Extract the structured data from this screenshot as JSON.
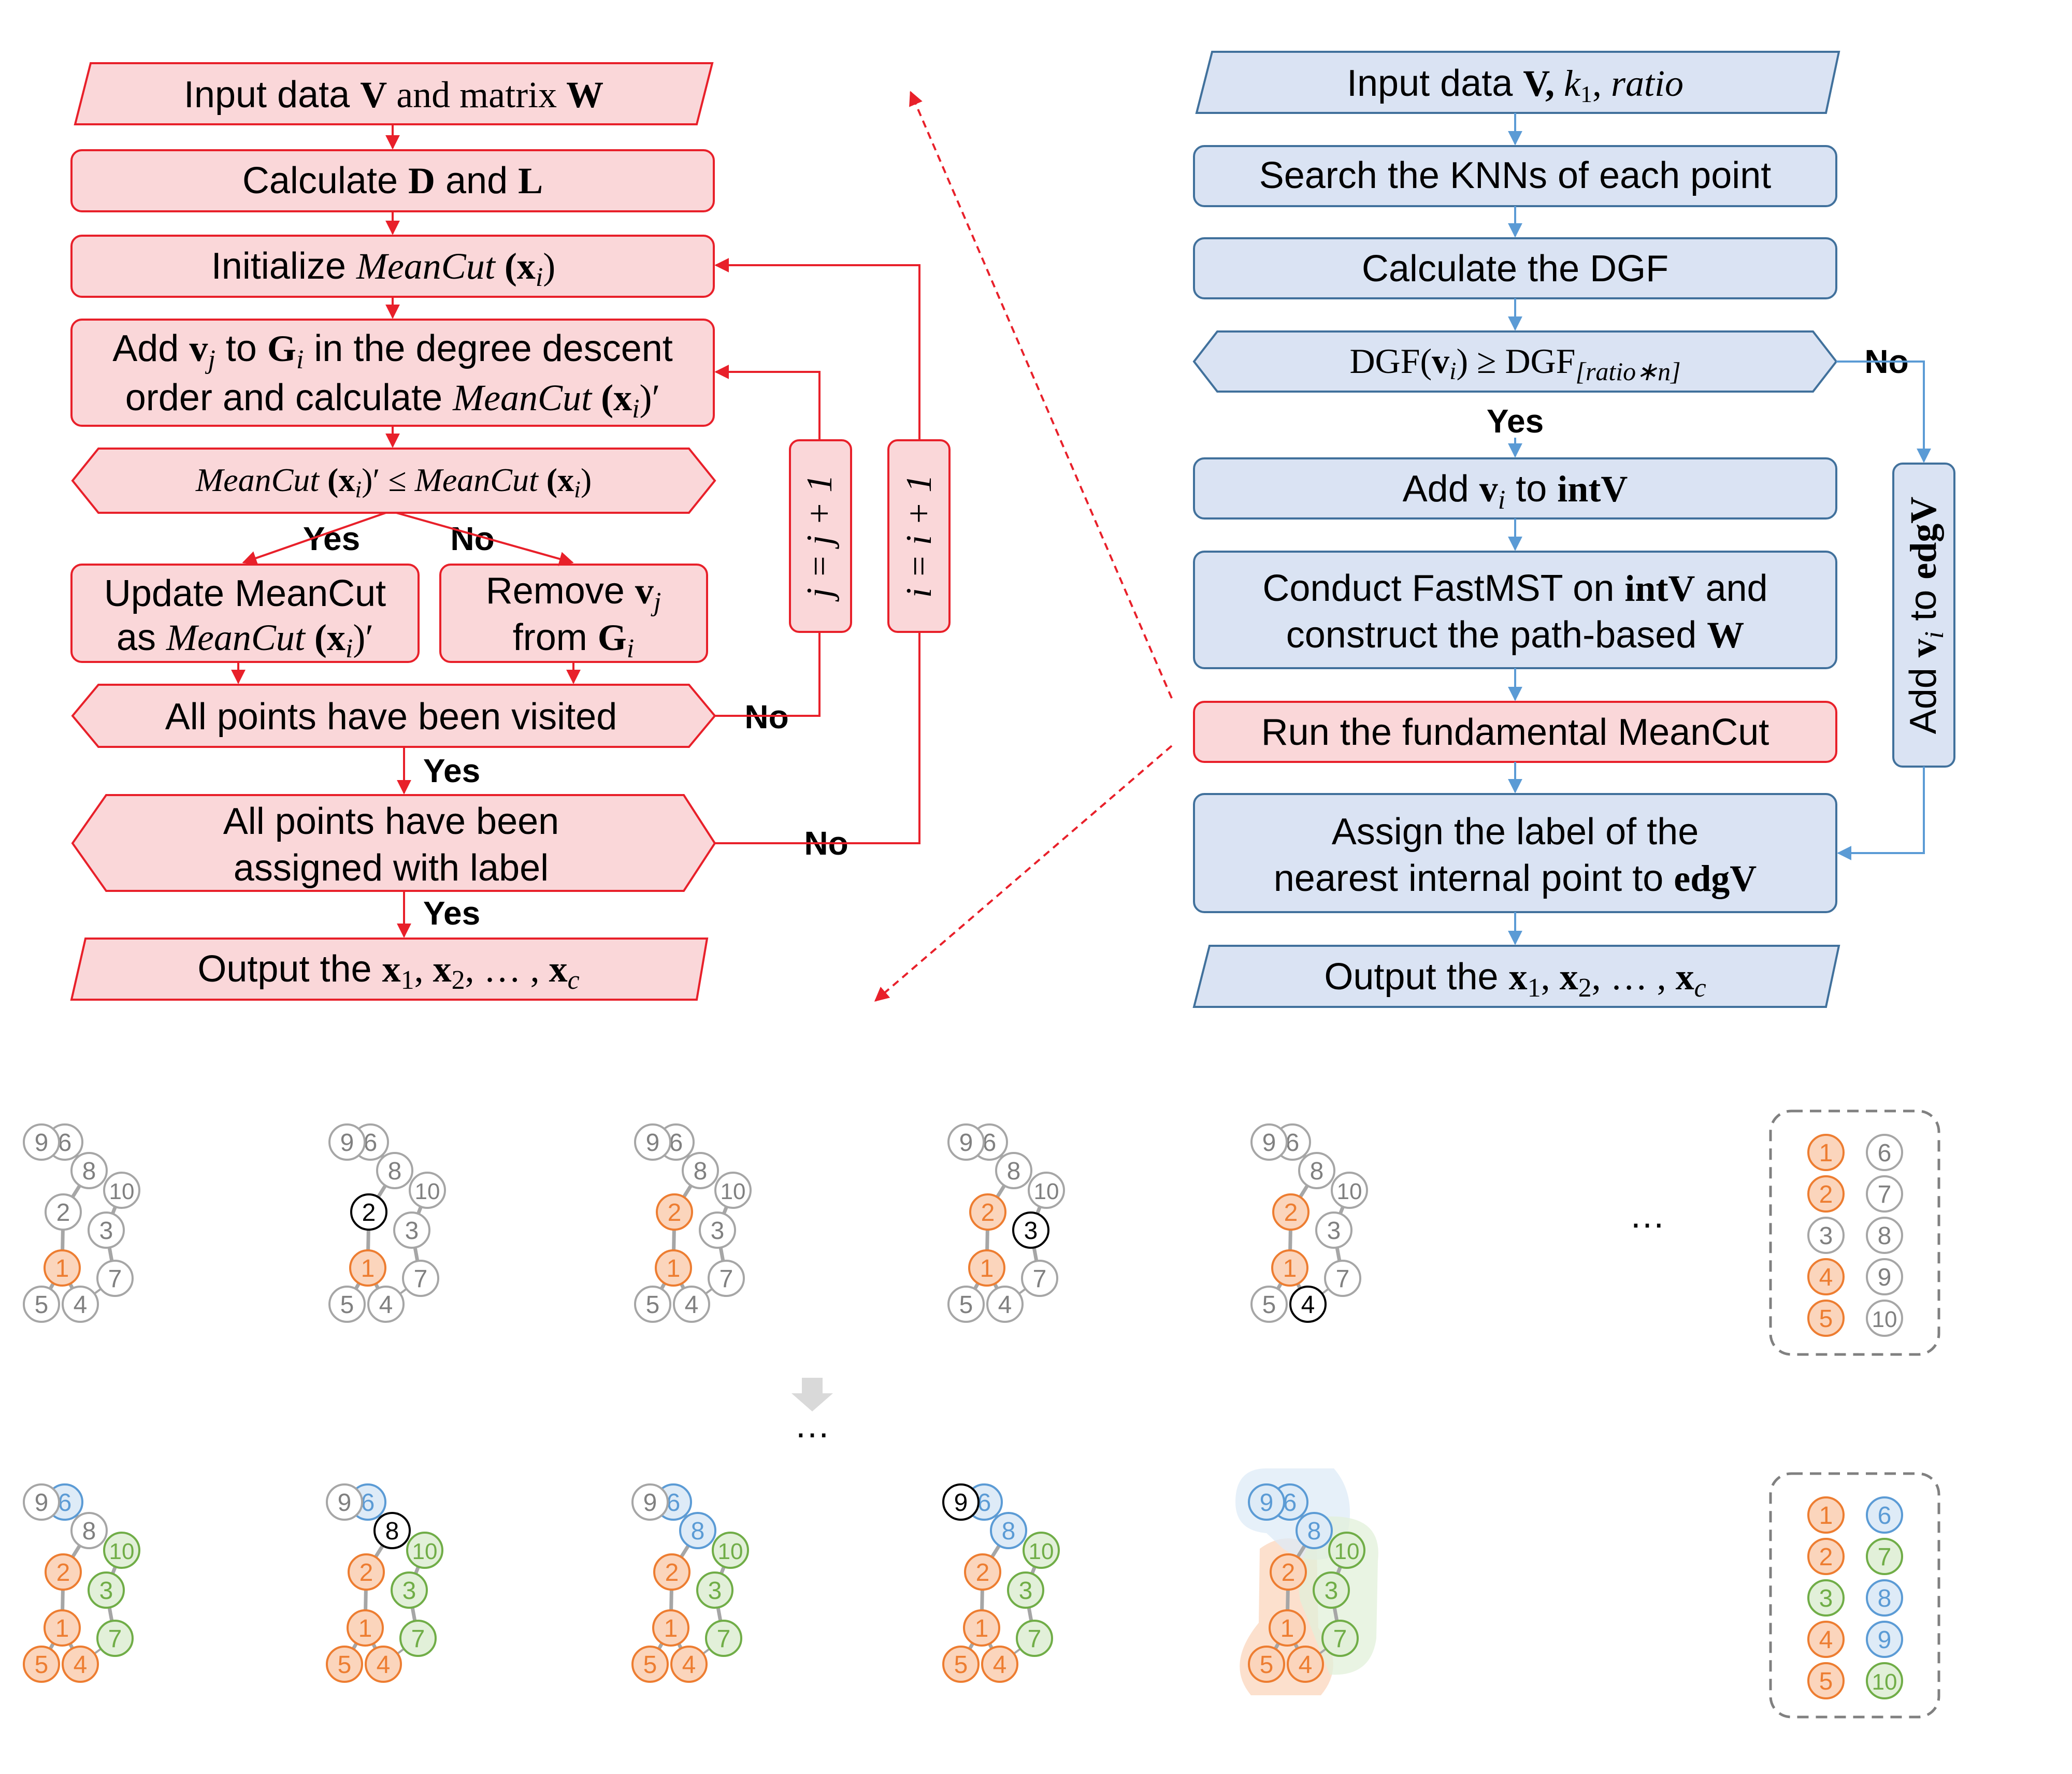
{
  "colors": {
    "red_fill": "#fad7d9",
    "red_stroke": "#e8202a",
    "blue_fill": "#dae3f3",
    "blue_stroke": "#41719c",
    "blue_arrow": "#5b9bd5",
    "orange_fill": "#fbd5bc",
    "orange_stroke": "#ed7d31",
    "blue_node_fill": "#deebf7",
    "blue_node_stroke": "#5b9bd5",
    "green_fill": "#e2f0d9",
    "green_stroke": "#70ad47",
    "gray_stroke": "#a6a6a6",
    "edge": "#a6a6a6",
    "text": "#000000"
  },
  "left_flow": {
    "input": {
      "pre": "Input data ",
      "b1": "V",
      "mid": " and matrix ",
      "b2": "W"
    },
    "calc": {
      "pre": "Calculate ",
      "b1": "D",
      "mid": " and ",
      "b2": "L"
    },
    "init": {
      "pre": "Initialize ",
      "it": "MeanCut",
      "post": " (x",
      "sub": "i",
      "end": ")"
    },
    "add_line1": {
      "pre": "Add ",
      "b1": "v",
      "sub1": "j",
      "mid": " to ",
      "b2": "G",
      "sub2": "i",
      "post": " in the degree descent"
    },
    "add_line2": {
      "pre": "order and calculate ",
      "it": "MeanCut",
      "post": " (x",
      "sub": "i",
      "end": ")′"
    },
    "cond": {
      "it1": "MeanCut",
      "a": " (x",
      "sub1": "i",
      "b": ")′ ≤ ",
      "it2": "MeanCut",
      "c": " (x",
      "sub2": "i",
      "d": ")"
    },
    "yes1": "Yes",
    "no1": "No",
    "update_line1": "Update MeanCut",
    "update_line2": {
      "pre": "as ",
      "it": "MeanCut",
      "post": " (x",
      "sub": "i",
      "end": ")′"
    },
    "remove_line1": {
      "pre": "Remove ",
      "b": "v",
      "sub": "j"
    },
    "remove_line2": {
      "pre": "from ",
      "b": "G",
      "sub": "i"
    },
    "visited": "All points have been visited",
    "no_visited": "No",
    "yes_visited": "Yes",
    "assigned_line1": "All points have been",
    "assigned_line2": "assigned with label",
    "no_assigned": "No",
    "yes_assigned": "Yes",
    "output": {
      "pre": "Output the ",
      "x1": "x",
      "s1": "1",
      "sep1": ", ",
      "x2": "x",
      "s2": "2",
      "sep2": ", … , ",
      "xc": "x",
      "sc": "c"
    },
    "j_loop": "j = j + 1",
    "i_loop": "i = i + 1"
  },
  "right_flow": {
    "input": {
      "pre": "Input data ",
      "b": "V, ",
      "k": "k",
      "ksub": "1",
      "sep": ", ",
      "r": "ratio"
    },
    "knn": "Search the KNNs of each point",
    "dgf": "Calculate the DGF",
    "cond": {
      "a": "DGF(",
      "b": "v",
      "sub": "i",
      "c": ") ≥ DGF",
      "d": "[ratio∗n]"
    },
    "yes": "Yes",
    "no": "No",
    "add_int": {
      "pre": "Add ",
      "b": "v",
      "sub": "i",
      "mid": " to ",
      "b2": "intV"
    },
    "mst_line1": {
      "pre": "Conduct FastMST on ",
      "b": "intV",
      "post": " and"
    },
    "mst_line2": {
      "pre": "construct the path-based ",
      "b": "W"
    },
    "run": "Run the fundamental MeanCut",
    "assign_line1": "Assign the label of the",
    "assign_line2": {
      "pre": "nearest internal point to ",
      "b": "edgV"
    },
    "output": {
      "pre": "Output the ",
      "x1": "x",
      "s1": "1",
      "sep1": ", ",
      "x2": "x",
      "s2": "2",
      "sep2": ", … , ",
      "xc": "x",
      "sc": "c"
    },
    "add_edg": {
      "pre": "Add ",
      "b": "v",
      "sub": "i",
      "mid": " to ",
      "b2": "edgV"
    }
  },
  "examples": {
    "row1": [
      {
        "orange": [
          1
        ],
        "black": []
      },
      {
        "orange": [
          1
        ],
        "black": [
          2
        ]
      },
      {
        "orange": [
          1,
          2
        ],
        "black": []
      },
      {
        "orange": [
          1,
          2
        ],
        "black": [
          3
        ]
      },
      {
        "orange": [
          1,
          2
        ],
        "black": [
          4
        ]
      }
    ],
    "row2": [
      {
        "orange": [
          1,
          2,
          4,
          5
        ],
        "blue": [
          6
        ],
        "green": [
          3,
          7,
          10
        ],
        "black": []
      },
      {
        "orange": [
          1,
          2,
          4,
          5
        ],
        "blue": [
          6
        ],
        "green": [
          3,
          7,
          10
        ],
        "black": [
          8
        ]
      },
      {
        "orange": [
          1,
          2,
          4,
          5
        ],
        "blue": [
          6,
          8
        ],
        "green": [
          3,
          7,
          10
        ],
        "black": []
      },
      {
        "orange": [
          1,
          2,
          4,
          5
        ],
        "blue": [
          6,
          8
        ],
        "green": [
          3,
          7,
          10
        ],
        "black": [
          9
        ]
      },
      {
        "orange": [
          1,
          2,
          4,
          5
        ],
        "blue": [
          6,
          8,
          9
        ],
        "green": [
          3,
          7,
          10
        ],
        "black": [],
        "hulls": true
      }
    ],
    "ellipsis": "…",
    "legend1": {
      "orange": [
        1,
        2,
        4,
        5
      ]
    },
    "legend2": {
      "orange": [
        1,
        2,
        4,
        5
      ],
      "blue": [
        6,
        8,
        9
      ],
      "green": [
        3,
        7,
        10
      ]
    },
    "labels": [
      "1",
      "2",
      "3",
      "4",
      "5",
      "6",
      "7",
      "8",
      "9",
      "10"
    ]
  }
}
